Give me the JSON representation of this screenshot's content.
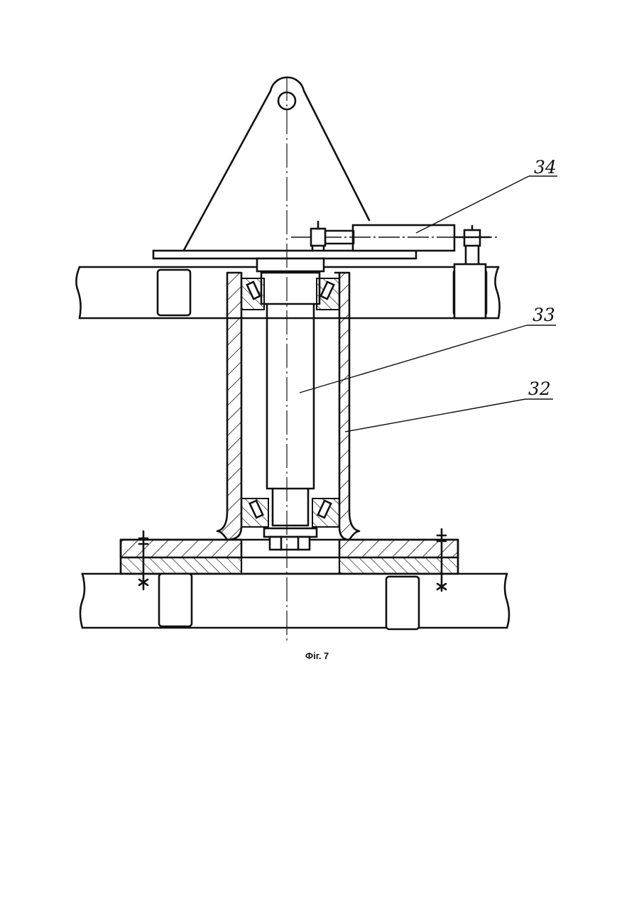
{
  "figure": {
    "caption": "Фіг. 7",
    "labels": [
      {
        "id": "34",
        "text": "34"
      },
      {
        "id": "33",
        "text": "33"
      },
      {
        "id": "32",
        "text": "32"
      }
    ]
  }
}
